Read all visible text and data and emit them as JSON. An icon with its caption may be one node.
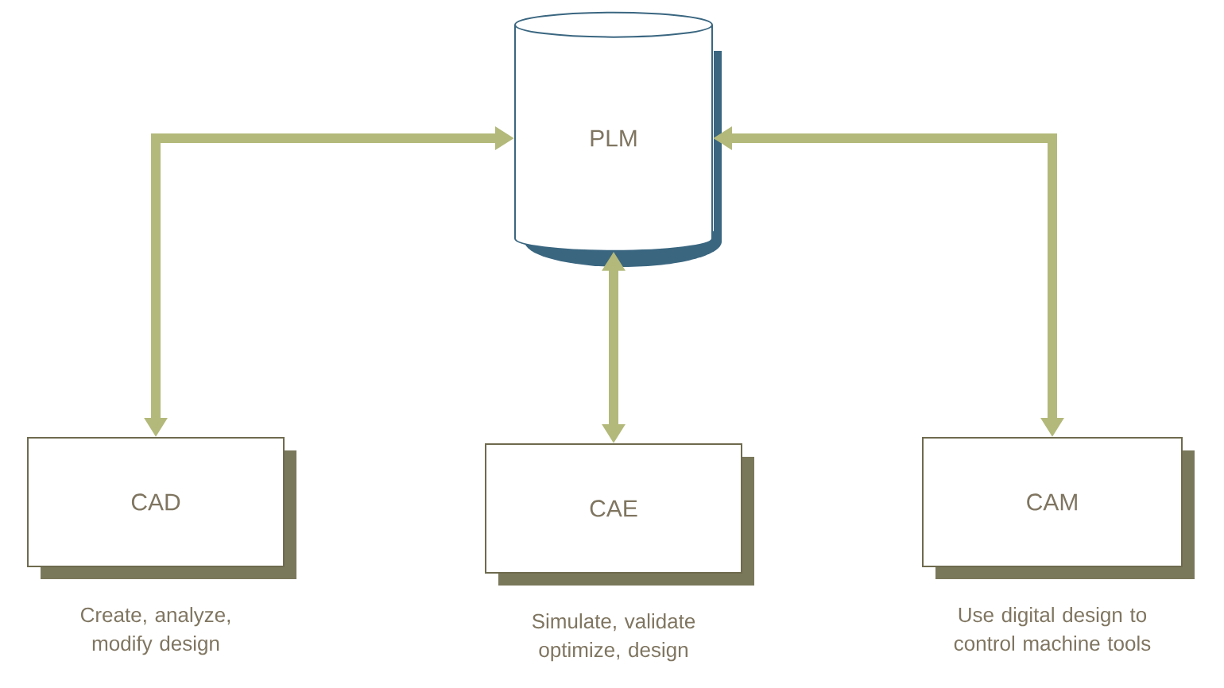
{
  "diagram": {
    "nodes": [
      {
        "text": [
          "PLM"
        ]
      },
      {
        "text": [
          "CAD"
        ],
        "beside": [
          "Create, analyze, modify design"
        ]
      },
      {
        "text": [
          "CAE"
        ],
        "beside": [
          "Simulate, validate optimize, design"
        ]
      },
      {
        "text": [
          "CAM"
        ],
        "beside": [
          "Use digital design to control machine tools"
        ]
      }
    ],
    "edges": [
      {
        "from": 1,
        "to": 0,
        "arrow": "both"
      },
      {
        "from": 2,
        "to": 0,
        "arrow": "both"
      },
      {
        "from": 3,
        "to": 0,
        "arrow": "both"
      }
    ]
  }
}
